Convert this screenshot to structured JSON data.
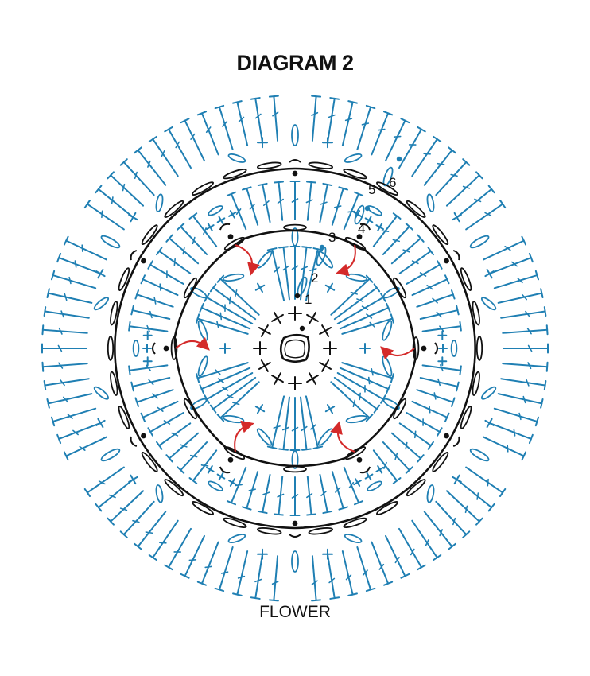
{
  "title": "DIAGRAM 2",
  "caption": "FLOWER",
  "round_labels": [
    "1",
    "2",
    "3",
    "4",
    "5",
    "6"
  ],
  "colors": {
    "blue": "#1f7fb3",
    "black": "#111111",
    "red": "#d42a2a",
    "background": "#ffffff"
  }
}
